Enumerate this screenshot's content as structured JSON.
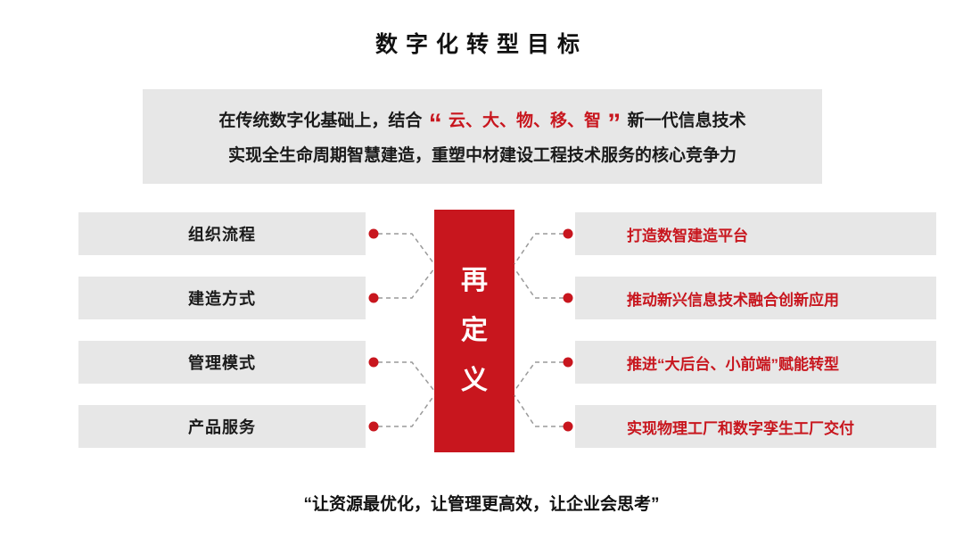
{
  "title": "数字化转型目标",
  "banner": {
    "line1_prefix": "在传统数字化基础上，结合",
    "quote_open": "“",
    "highlight": "云、大、物、移、智",
    "quote_close": "”",
    "line1_suffix": "新一代信息技术",
    "line2": "实现全生命周期智慧建造，重塑中材建设工程技术服务的核心竞争力"
  },
  "left_items": [
    {
      "label": "组织流程"
    },
    {
      "label": "建造方式"
    },
    {
      "label": "管理模式"
    },
    {
      "label": "产品服务"
    }
  ],
  "center": {
    "label": "再定义",
    "chars": [
      "再",
      "定",
      "义"
    ]
  },
  "right_items": [
    {
      "label": "打造数智建造平台"
    },
    {
      "label": "推动新兴信息技术融合创新应用"
    },
    {
      "label": "推进“大后台、小前端”赋能转型"
    },
    {
      "label": "实现物理工厂和数字孪生工厂交付"
    }
  ],
  "footer_quote": "“让资源最优化，让管理更高效，让企业会思考”",
  "colors": {
    "accent_red": "#c8161e",
    "box_gray": "#e7e7e7",
    "text_dark": "#1a1a1a",
    "connector_gray": "#9a9a9a"
  }
}
